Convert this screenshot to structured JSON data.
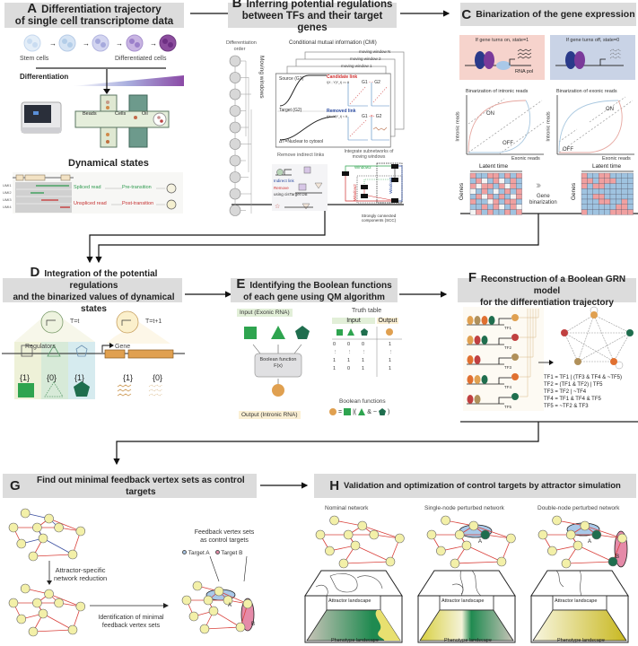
{
  "panels": {
    "A": {
      "letter": "A",
      "title_line1": "Differentiation trajectory",
      "title_line2": "of single cell transcriptome data",
      "stem_cells": "Stem cells",
      "differentiated_cells": "Differentiated cells",
      "differentiation": "Differentiation",
      "beads": "Beads",
      "cells": "Cells",
      "oil": "Oil",
      "dynamical_states": "Dynamical states",
      "umi_labels": [
        "UMI1",
        "UMI2",
        "UMI3",
        "UMI4"
      ],
      "spliced_read": "Spliced read",
      "pre_transition": "Pre-transition",
      "unspliced_read": "Unspliced read",
      "post_transition": "Post-transition"
    },
    "B": {
      "letter": "B",
      "title_line1": "Inferring potential regulations",
      "title_line2": "between TFs and their target genes",
      "differentiation_order": "Differentiation order",
      "moving_windows": "Moving windows",
      "cmi_title": "Conditional mutual information (CMI)",
      "window_n": "moving window N",
      "window_2": "moving window 2",
      "window_1": "moving window 1",
      "source": "Source (G1)",
      "target": "Target (G2)",
      "candidate_link": "Candidate link",
      "removed_link": "Removed link",
      "cmi_candidate": "I(X ; Y|Y_t) >= θ",
      "cmi_removed": "I(X ; Y|Y_t) < θ",
      "g1": "G1",
      "g2": "G2",
      "delta_t": "ΔT=Nuclear to cytosol",
      "remove_indirect": "Remove indirect links",
      "indirect_link": "Indirect link",
      "remove": "Remove",
      "using_db": "using cisTarget DB",
      "integrate_line1": "Integrate subnetworks of",
      "integrate_line2": "moving windows",
      "window1": "Window1",
      "window2": "Window2",
      "window3": "Window3",
      "scc_line1": "Strongly connected",
      "scc_line2": "components (SCC)"
    },
    "C": {
      "letter": "C",
      "title": "Binarization of the gene expression",
      "on_state": "If gene turns on, state=1",
      "off_state": "If gene turns off, state=0",
      "rna_pol": "RNA pol",
      "intronic_title": "Binarization of intronic reads",
      "exonic_title": "Binarization of exonic reads",
      "y_axis": "Intronic reads",
      "x_axis": "Exonic reads",
      "on": "ON",
      "off": "OFF",
      "latent_time": "Latent time",
      "genes": "Genes",
      "gene_binarization_line1": "Gene",
      "gene_binarization_line2": "binarization",
      "heatmap_before": [
        [
          1,
          2,
          2,
          1,
          1,
          2,
          1,
          2,
          1
        ],
        [
          2,
          1,
          0,
          2,
          1,
          0,
          2,
          1,
          2
        ],
        [
          1,
          0,
          1,
          1,
          2,
          1,
          0,
          1,
          2
        ],
        [
          0,
          2,
          1,
          2,
          0,
          2,
          1,
          2,
          1
        ],
        [
          2,
          1,
          0,
          1,
          2,
          1,
          2,
          0,
          1
        ],
        [
          1,
          2,
          2,
          0,
          1,
          2,
          1,
          1,
          2
        ],
        [
          2,
          2,
          1,
          2,
          1,
          0,
          2,
          1,
          0
        ],
        [
          0,
          1,
          2,
          1,
          2,
          2,
          1,
          2,
          1
        ]
      ],
      "heatmap_after": [
        [
          1,
          2,
          2,
          1,
          1,
          2,
          2,
          2,
          2
        ],
        [
          1,
          1,
          2,
          1,
          1,
          1,
          2,
          2,
          2
        ],
        [
          1,
          2,
          1,
          1,
          2,
          2,
          2,
          2,
          2
        ],
        [
          2,
          2,
          2,
          2,
          2,
          2,
          2,
          2,
          2
        ],
        [
          2,
          2,
          1,
          1,
          2,
          2,
          2,
          2,
          2
        ],
        [
          2,
          2,
          2,
          1,
          1,
          2,
          2,
          1,
          2
        ],
        [
          2,
          2,
          2,
          2,
          2,
          2,
          1,
          1,
          2
        ],
        [
          1,
          2,
          2,
          2,
          2,
          1,
          1,
          1,
          1
        ]
      ]
    },
    "D": {
      "letter": "D",
      "title_line1": "Integration of the potential regulations",
      "title_line2": "and the binarized values of dynamical states",
      "t_now": "T=t",
      "t_next": "T=t+1",
      "regulators": "Regulators",
      "gene": "Gene",
      "regulator_values": [
        "{1}",
        "{0}",
        "{1}"
      ],
      "gene_values": [
        "{1}",
        "{0}"
      ]
    },
    "E": {
      "letter": "E",
      "title_line1": "Identifying the Boolean functions",
      "title_line2": "of each gene using QM algorithm",
      "input_label": "Input (Exonic RNA)",
      "boolean_function_line1": "Boolean function",
      "boolean_function_line2": "F(x)",
      "output_label": "Output (Intronic RNA)",
      "truth_table": "Truth table",
      "input_header": "Input",
      "output_header": "Output",
      "rows": [
        [
          "0",
          "0",
          "0",
          "1"
        ],
        [
          "⋮",
          "⋮",
          "⋮",
          "⋮"
        ],
        [
          "1",
          "1",
          "1",
          "1"
        ],
        [
          "1",
          "0",
          "1",
          "1"
        ]
      ],
      "boolean_functions": "Boolean functions",
      "equation_parts": [
        "=",
        "|(",
        "&",
        "~",
        ")"
      ]
    },
    "F": {
      "letter": "F",
      "title_line1": "Reconstruction of a Boolean GRN model",
      "title_line2": "for the differentiation trajectory",
      "tfs": [
        "TF1",
        "TF2",
        "TF3",
        "TF4",
        "TF5"
      ],
      "equations": [
        "TF1 = TF1 | (TF3 & TF4 & ~TF5)",
        "TF2 = (TF1 & TF2) | TF5",
        "TF3 = TF2 | ~TF4",
        "TF4 = TF1 & TF4 & TF5",
        "TF5 = ~TF2 & TF3"
      ]
    },
    "G": {
      "letter": "G",
      "title": "Find out minimal feedback vertex sets as control targets",
      "reduction_line1": "Attractor-specific",
      "reduction_line2": "network reduction",
      "identification_line1": "Identification of minimal",
      "identification_line2": "feedback vertex sets",
      "fvs_line1": "Feedback vertex sets",
      "fvs_line2": "as control targets",
      "target_a": "Target A",
      "target_b": "Target B",
      "label_a": "A",
      "label_b": "B"
    },
    "H": {
      "letter": "H",
      "title": "Validation and optimization of control targets by attractor simulation",
      "networks": [
        {
          "title": "Nominal network"
        },
        {
          "title": "Single-node perturbed network"
        },
        {
          "title": "Double-node perturbed network"
        }
      ],
      "attractor_landscape": "Attractor landscape",
      "phenotype_landscape": "Phenotype landscape",
      "label_a": "A",
      "label_b": "B"
    }
  },
  "colors": {
    "header_bg": "#dcdcdc",
    "node_fill": "#f3f0a8",
    "edge_red": "#d9403a",
    "edge_blue": "#3b4fa0",
    "target_a": "#a9c8e8",
    "target_b": "#e58aa8",
    "green_dark": "#1f6e4e",
    "green": "#2ea44f",
    "orange": "#e0a040",
    "heat_red": "#f0a0a0",
    "heat_blue": "#9fc3e0",
    "heat_white": "#f4f4f4"
  }
}
